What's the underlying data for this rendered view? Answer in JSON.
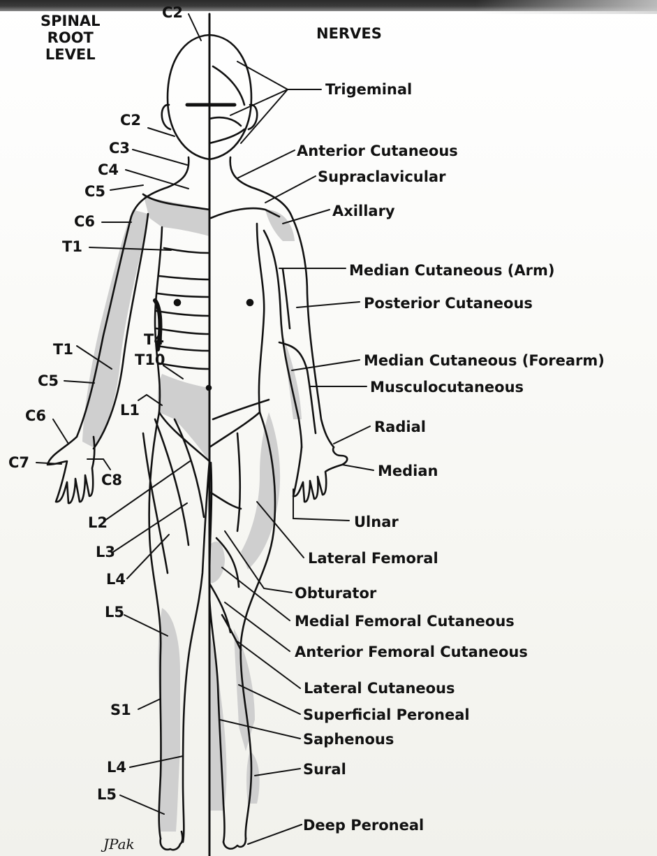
{
  "headers": {
    "spinal_root_level": "SPINAL\nROOT\nLEVEL",
    "nerves": "NERVES"
  },
  "root_labels": {
    "c2_top": "C2",
    "c2": "C2",
    "c3": "C3",
    "c4": "C4",
    "c5_shoulder": "C5",
    "c6_shoulder": "C6",
    "t1_chest": "T1",
    "t4": "T4",
    "t10": "T10",
    "l1": "L1",
    "t1_arm": "T1",
    "c5_arm": "C5",
    "c6_hand": "C6",
    "c7": "C7",
    "c8": "C8",
    "l2": "L2",
    "l3": "L3",
    "l4_thigh": "L4",
    "l5_leg": "L5",
    "s1": "S1",
    "l4_ankle": "L4",
    "l5_foot": "L5"
  },
  "nerve_labels": {
    "trigeminal": "Trigeminal",
    "anterior_cutaneous": "Anterior Cutaneous",
    "supraclavicular": "Supraclavicular",
    "axillary": "Axillary",
    "median_cutaneous_arm": "Median Cutaneous (Arm)",
    "posterior_cutaneous": "Posterior Cutaneous",
    "median_cutaneous_forearm": "Median Cutaneous (Forearm)",
    "musculocutaneous": "Musculocutaneous",
    "radial": "Radial",
    "median": "Median",
    "ulnar": "Ulnar",
    "lateral_femoral": "Lateral Femoral",
    "obturator": "Obturator",
    "medial_femoral_cutaneous": "Medial Femoral Cutaneous",
    "anterior_femoral_cutaneous": "Anterior Femoral Cutaneous",
    "lateral_cutaneous": "Lateral Cutaneous",
    "superficial_peroneal": "Superficial Peroneal",
    "saphenous": "Saphenous",
    "sural": "Sural",
    "deep_peroneal": "Deep Peroneal"
  },
  "signature": "JPak",
  "colors": {
    "ink": "#111111",
    "shade": "#cfcfcf",
    "paper": "#fbfbf8"
  }
}
